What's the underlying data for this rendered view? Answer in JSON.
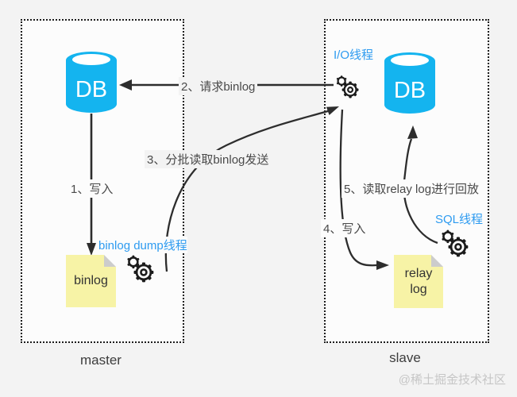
{
  "master": {
    "box_label": "master",
    "db_label": "DB",
    "note_label": "binlog",
    "dump_thread_label": "binlog dump线程"
  },
  "slave": {
    "box_label": "slave",
    "db_label": "DB",
    "io_thread_label": "I/O线程",
    "sql_thread_label": "SQL线程",
    "note_line1": "relay",
    "note_line2": "log"
  },
  "steps": {
    "s1": "1、写入",
    "s2": "2、请求binlog",
    "s3": "3、分批读取binlog发送",
    "s4": "4、写入",
    "s5": "5、读取relay log进行回放"
  },
  "watermark": "@稀土掘金技术社区",
  "colors": {
    "db_cyan": "#14b4ef",
    "note_yellow": "#f7f3a6",
    "thread_label_blue": "#2e9bf0",
    "arrow_dark": "#2d2d2d",
    "watermark_gray": "#c6c6c6"
  }
}
